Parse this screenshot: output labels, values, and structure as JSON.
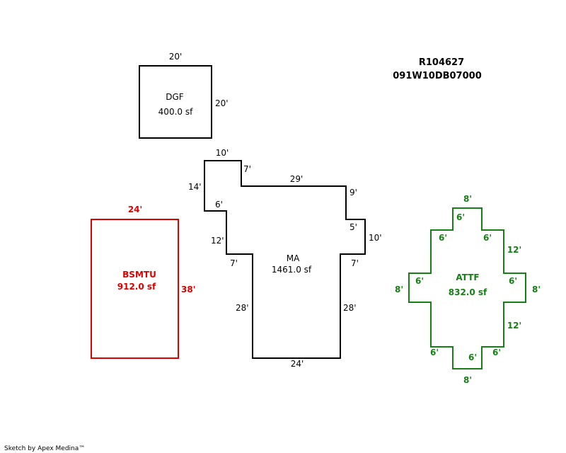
{
  "parcel": {
    "id": "R104627",
    "number": "091W10DB07000"
  },
  "footer": "Sketch by Apex Medina™",
  "colors": {
    "main": "#000000",
    "basement": "#dd0000",
    "attic": "#168016"
  },
  "areas": {
    "dgf": {
      "name": "DGF",
      "area": "400.0 sf",
      "dims": {
        "top": "20'",
        "right": "20'"
      }
    },
    "ma": {
      "name": "MA",
      "area": "1461.0 sf",
      "dims": {
        "d1": "10'",
        "d2": "7'",
        "d3": "29'",
        "d4": "9'",
        "d5": "5'",
        "d6": "10'",
        "d7": "7'",
        "d8": "28'",
        "d9": "24'",
        "d10": "28'",
        "d11": "7'",
        "d12": "12'",
        "d13": "6'",
        "d14": "14'"
      }
    },
    "bsmtu": {
      "name": "BSMTU",
      "area": "912.0 sf",
      "dims": {
        "top": "24'",
        "right": "38'"
      }
    },
    "attf": {
      "name": "ATTF",
      "area": "832.0 sf",
      "dims": {
        "top": "8'",
        "d1": "6'",
        "d2": "6'",
        "d3": "12'",
        "d4": "6'",
        "right": "8'",
        "d5": "12'",
        "d6": "6'",
        "d7": "6'",
        "bottom": "8'",
        "d8": "6'",
        "left": "8'",
        "d9": "6'",
        "d10": "6'"
      }
    }
  }
}
